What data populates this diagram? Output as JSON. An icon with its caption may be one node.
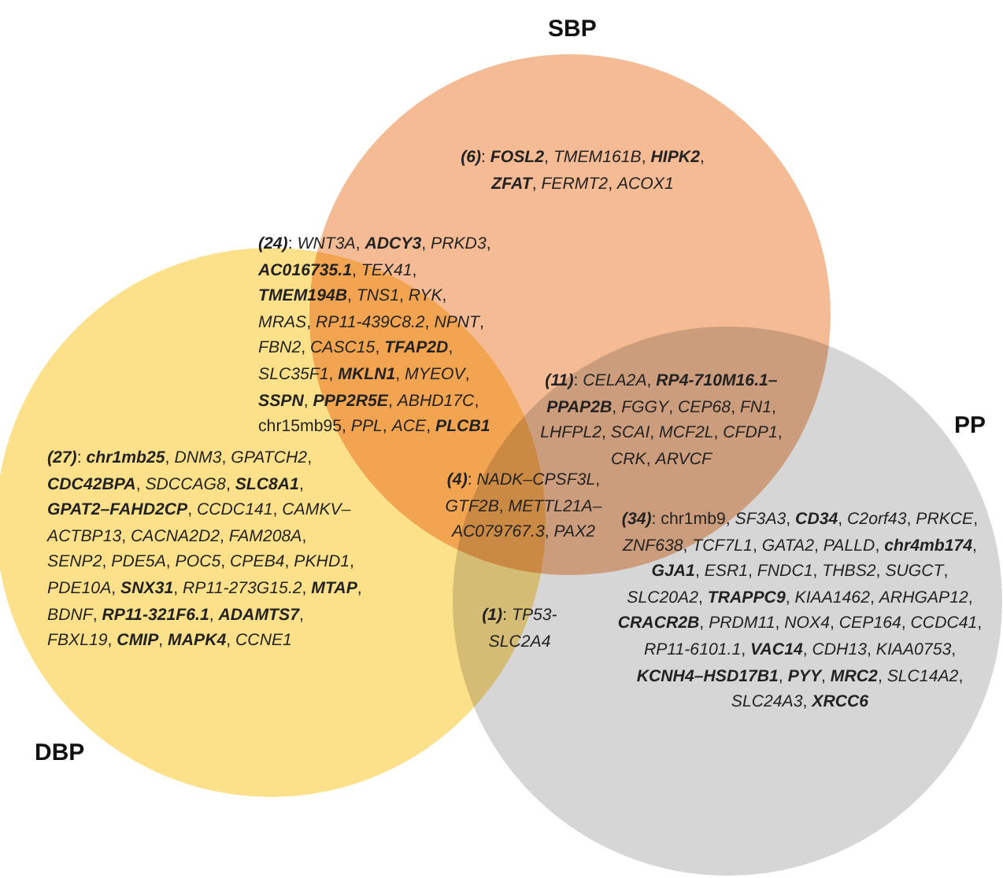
{
  "diagram": {
    "nodes": [
      {
        "text": [
          "SBP"
        ]
      },
      {
        "text": [
          "DBP"
        ]
      },
      {
        "text": [
          "PP"
        ]
      }
    ],
    "labels": [
      "**(6)**: **FOSL2**, *TMEM161B*, **HIPK2**, **ZFAT**, *FERMT2*, *ACOX1*",
      "**(24)**: *WNT3A*, **ADCY3**, *PRKD3*, **AC016735.1**, *TEX41*, **TMEM194B**, *TNS1*, *RYK*, *MRAS*, *RP11-439C8.2*, *NPNT*, *FBN2*, *CASC15*, **TFAP2D**, *SLC35F1*, **MKLN1**, *MYEOV*, **SSPN**, **PPP2R5E**, *ABHD17C*, chr15mb95, *PPL*, *ACE*, **PLCB1**",
      "**(11)**: *CELA2A*, **RP4-710M16.1–PPAP2B**, *FGGY*, *CEP68*, *FN1*, *LHFPL2*, *SCAI*, *MCF2L*, *CFDP1*, *CRK*, *ARVCF*",
      "**(27)**: **chr1mb25**, *DNM3*, *GPATCH2*, **CDC42BPA**, *SDCCAG8*, **SLC8A1**, **GPAT2–FAHD2CP**, *CCDC141*, *CAMKV–ACTBP13*, *CACNA2D2*, *FAM208A*, *SENP2*, *PDE5A*, *POC5*, *CPEB4*, *PKHD1*, *PDE10A*, **SNX31**, *RP11-273G15.2*, **MTAP**, *BDNF*, **RP11-321F6.1**, **ADAMTS7**, *FBXL19*, **CMIP**, **MAPK4**, *CCNE1*",
      "**(4)**: *NADK–CPSF3L*, *GTF2B*, *METTL21A–AC079767.3*, *PAX2*",
      "**(34)**: chr1mb9, *SF3A3*, **CD34**, *C2orf43*, *PRKCE*, *ZNF638*, *TCF7L1*, *GATA2*, *PALLD*, **chr4mb174**, **GJA1**, *ESR1*, *FNDC1*, *THBS2*, *SUGCT*, *SLC20A2*, **TRAPPC9**, *KIAA1462*, *ARHGAP12*, **CRACR2B**, *PRDM11*, *NOX4*, *CEP164*, *CCDC41*, *RP11-6101.1*, **VAC14**, *CDH13*, *KIAA0753*, **KCNH4–HSD17B1**, **PYY**, **MRC2**, *SLC14A2*, *SLC24A3*, **XRCC6**",
      "**(1)**: *TP53-SLC2A4*"
    ]
  }
}
